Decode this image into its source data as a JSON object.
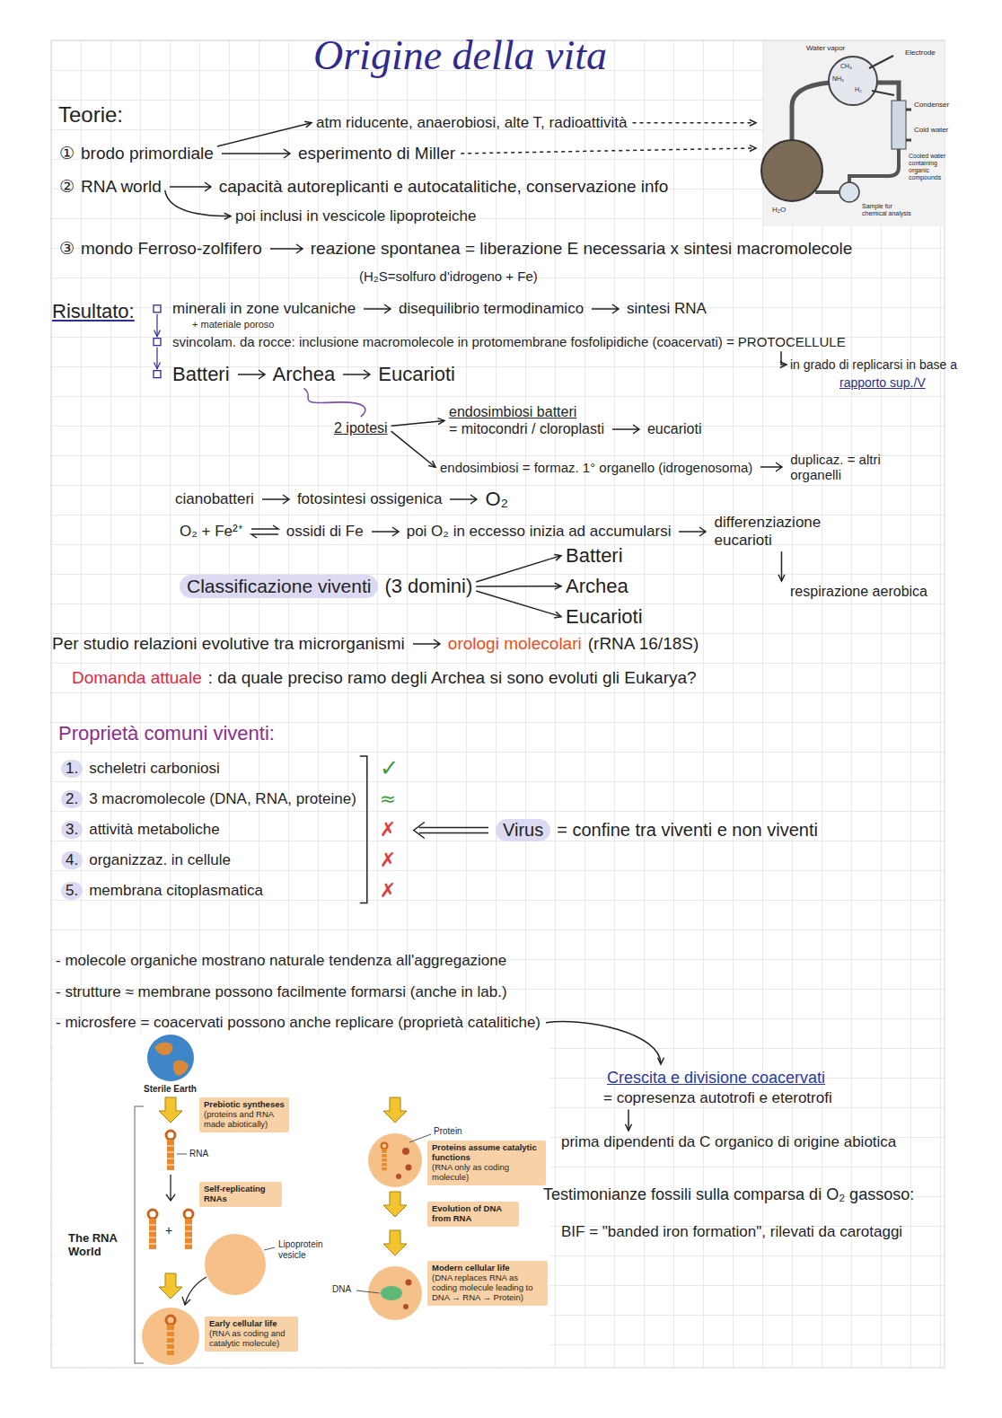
{
  "diagram": {
    "title": "Origine della vita",
    "nodes": [
      {
        "text": [
          "Classificazione viventi"
        ]
      },
      {
        "text": [
          "Virus"
        ]
      },
      {
        "text": [
          "Prebiotic syntheses",
          "(proteins and RNA made abiotically)"
        ]
      },
      {
        "text": [
          "Self-replicating RNAs"
        ]
      },
      {
        "text": [
          "Early cellular life",
          "(RNA as coding and catalytic molecule)"
        ]
      },
      {
        "text": [
          "Proteins assume catalytic functions",
          "(RNA only as coding molecule)"
        ]
      },
      {
        "text": [
          "Evolution of DNA from RNA"
        ]
      },
      {
        "text": [
          "Modern cellular life",
          "(DNA replaces RNA as coding molecule leading to DNA → RNA → Protein)"
        ]
      }
    ],
    "labels": [
      "Teorie:",
      "①",
      "brodo primordiale",
      "atm riducente, anaerobiosi, alte T, radioattività",
      "esperimento di Miller",
      "②",
      "RNA world",
      "capacità autoreplicanti e autocatalitiche, conservazione info",
      "poi inclusi in vescicole lipoproteiche",
      "③",
      "mondo Ferroso-zolfifero",
      "reazione spontanea = liberazione E necessaria x sintesi macromolecole",
      "(H₂S=solfuro d'idrogeno + Fe)",
      "Risultato:",
      "minerali in zone vulcaniche",
      "+ materiale poroso",
      "disequilibrio termodinamico",
      "sintesi RNA",
      "svincolam. da rocce: inclusione macromolecole in protomembrane fosfolipidiche (coacervati) = PROTOCELLULE",
      "in grado di replicarsi in base a",
      "rapporto sup./V",
      "Batteri",
      "Archea",
      "Eucarioti",
      "2 ipotesi",
      "endosimbiosi batteri",
      "= mitocondri / cloroplasti",
      "eucarioti",
      "endosimbiosi = formaz. 1° organello (idrogenosoma)",
      "duplicaz. = altri organelli",
      "cianobatteri",
      "fotosintesi ossigenica",
      "O₂",
      "O₂ + Fe²⁺",
      "ossidi di Fe",
      "poi O₂ in eccesso inizia ad accumularsi",
      "differenziazione eucarioti",
      "respirazione aerobica",
      "(3 domini)",
      "Batteri",
      "Archea",
      "Eucarioti",
      "Per studio relazioni evolutive tra microrganismi",
      "orologi molecolari",
      "(rRNA 16/18S)",
      "Domanda attuale",
      ": da quale preciso ramo degli Archea si sono evoluti gli Eukarya?",
      "Proprietà comuni viventi:",
      "1.",
      "scheletri carboniosi",
      "2.",
      "3 macromolecole (DNA, RNA, proteine)",
      "3.",
      "attività metaboliche",
      "4.",
      "organizzaz. in cellule",
      "5.",
      "membrana citoplasmatica",
      "✓",
      "≈",
      "✗",
      "✗",
      "✗",
      "= confine tra viventi e non viventi",
      "- molecole organiche mostrano naturale tendenza all'aggregazione",
      "- strutture ≈ membrane possono facilmente formarsi (anche in lab.)",
      "- microsfere = coacervati possono anche replicare (proprietà catalitiche)",
      "Crescita e divisione coacervati",
      "= copresenza autotrofi e eterotrofi",
      "prima dipendenti da C organico di origine abiotica",
      "Testimonianze fossili sulla comparsa di O₂ gassoso:",
      "BIF = \"banded iron formation\", rilevati da carotaggi",
      "Sterile Earth",
      "RNA",
      "Lipoprotein vesicle",
      "The RNA World",
      "Protein",
      "DNA",
      "Water vapor",
      "Electrode",
      "Condenser",
      "Cold water",
      "Cooled water containing organic compounds",
      "Sample for chemical analysis",
      "H₂O",
      "CH₄",
      "NH₃",
      "H₂",
      "+"
    ]
  }
}
